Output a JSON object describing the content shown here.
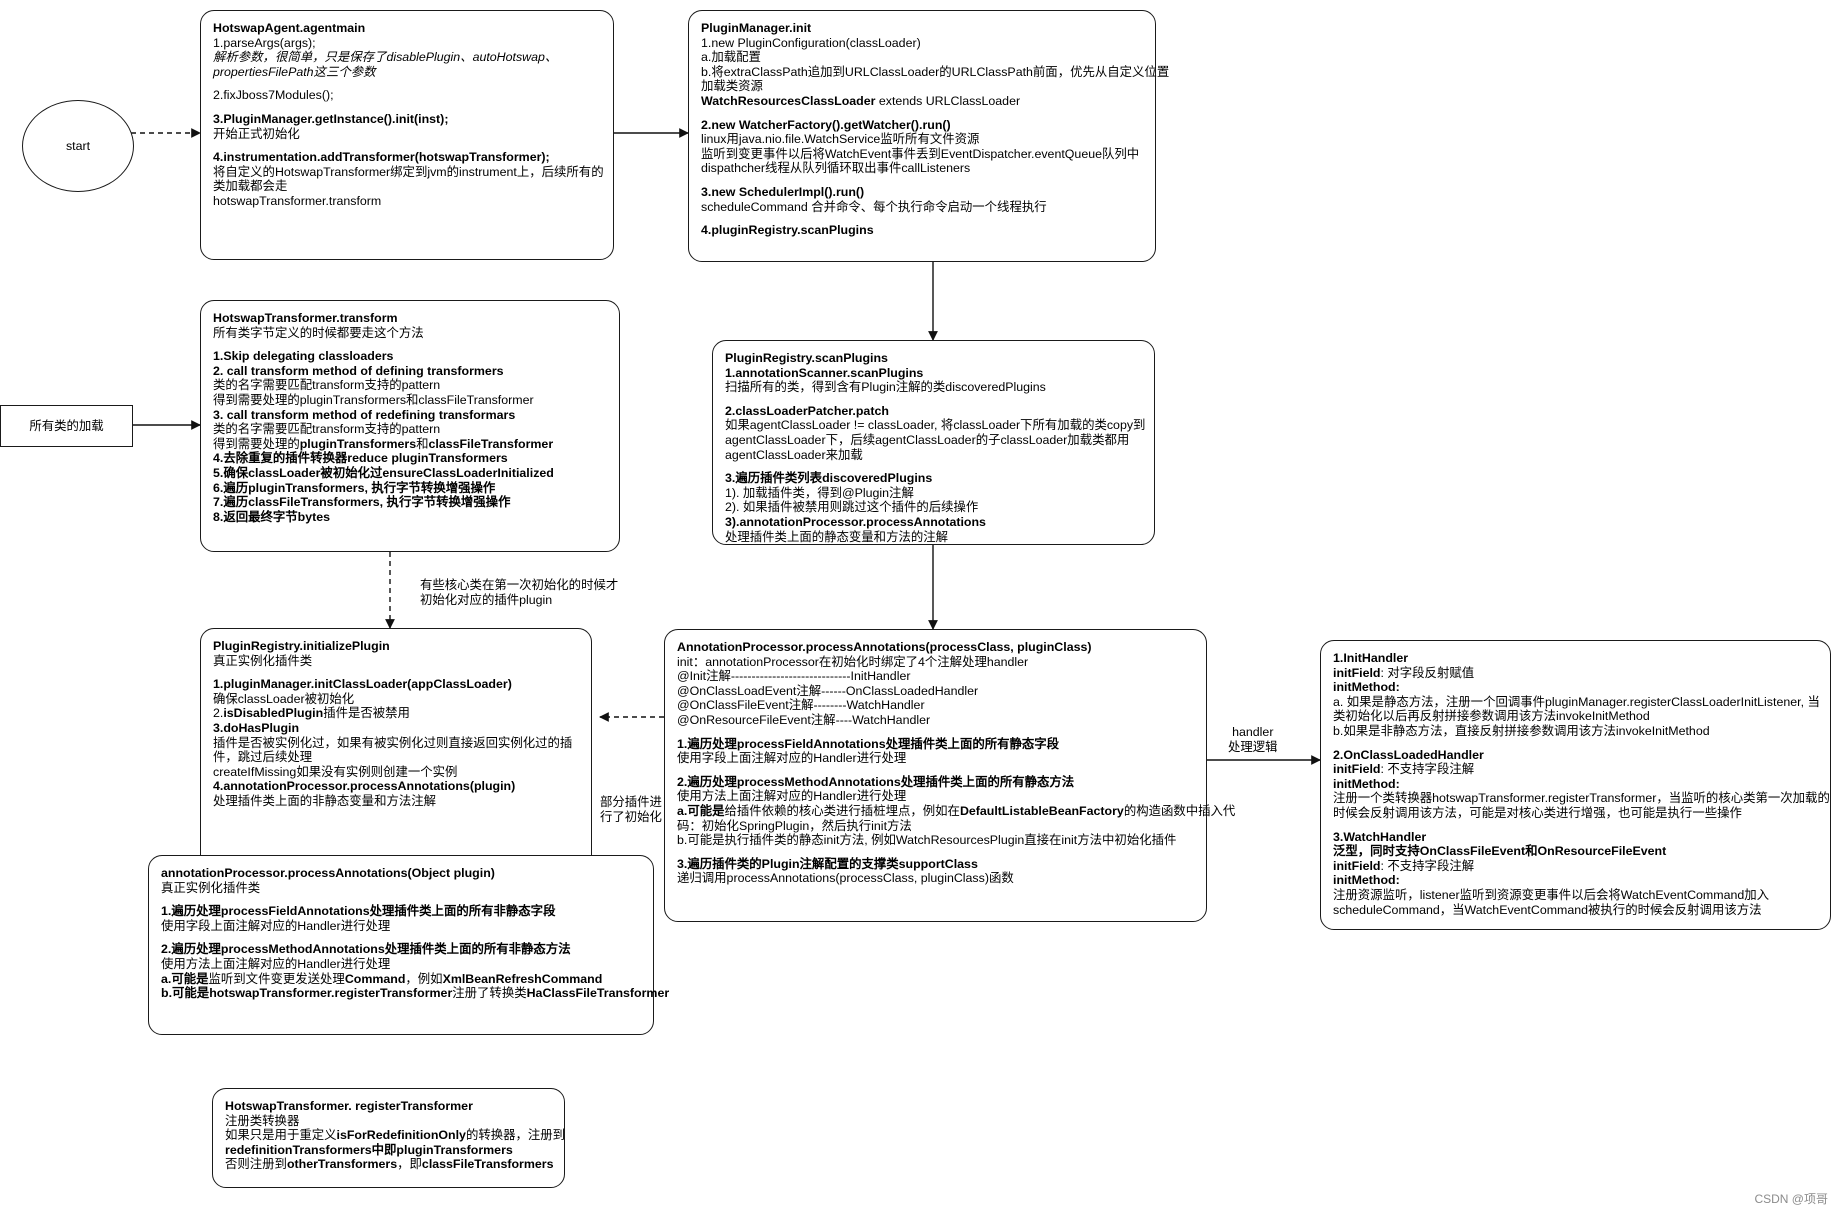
{
  "diagram": {
    "title": "HotswapAgent flow",
    "watermark": "CSDN @项哥",
    "nodes": {
      "start": {
        "label": "start"
      },
      "all_class_load": {
        "label": "所有类的加载"
      },
      "agentmain": {
        "title": "HotswapAgent.agentmain",
        "lines": [
          {
            "t": "1.parseArgs(args);",
            "s": "n"
          },
          {
            "t": "解析参数，很简单，只是保存了disablePlugin、autoHotswap、",
            "s": "i"
          },
          {
            "t": "propertiesFilePath这三个参数",
            "s": "i"
          },
          {
            "t": "",
            "s": "gap"
          },
          {
            "t": "2.fixJboss7Modules();",
            "s": "n"
          },
          {
            "t": "",
            "s": "gap"
          },
          {
            "t": "3.PluginManager.getInstance().init(inst);",
            "s": "b"
          },
          {
            "t": "开始正式初始化",
            "s": "n"
          },
          {
            "t": "",
            "s": "gap"
          },
          {
            "t": "4.instrumentation.addTransformer(hotswapTransformer);",
            "s": "b"
          },
          {
            "t": "将自定义的HotswapTransformer绑定到jvm的instrument上，后续所有的",
            "s": "n"
          },
          {
            "t": "类加载都会走",
            "s": "n"
          },
          {
            "t": "hotswapTransformer.transform",
            "s": "n"
          }
        ]
      },
      "plugin_manager_init": {
        "title": "PluginManager.init",
        "lines": [
          {
            "t": "1.new PluginConfiguration(classLoader)",
            "s": "n"
          },
          {
            "t": "a.加载配置",
            "s": "n"
          },
          {
            "t": "b.将extraClassPath追加到URLClassLoader的URLClassPath前面，优先从自定义位置",
            "s": "n"
          },
          {
            "t": "加载类资源",
            "s": "n"
          },
          {
            "t": "WatchResourcesClassLoader extends URLClassLoader",
            "s": "mix-watch"
          },
          {
            "t": "",
            "s": "gap"
          },
          {
            "t": "2.new WatcherFactory().getWatcher().run()",
            "s": "b"
          },
          {
            "t": "linux用java.nio.file.WatchService监听所有文件资源",
            "s": "n"
          },
          {
            "t": "监听到变更事件以后将WatchEvent事件丢到EventDispatcher.eventQueue队列中",
            "s": "n"
          },
          {
            "t": "dispathcher线程从队列循环取出事件callListeners",
            "s": "n"
          },
          {
            "t": "",
            "s": "gap"
          },
          {
            "t": "3.new SchedulerImpl().run()",
            "s": "b"
          },
          {
            "t": "scheduleCommand 合并命令、每个执行命令启动一个线程执行",
            "s": "n"
          },
          {
            "t": "",
            "s": "gap"
          },
          {
            "t": "4.pluginRegistry.scanPlugins",
            "s": "b"
          }
        ]
      },
      "hotswap_transformer": {
        "title": "HotswapTransformer.transform",
        "lines": [
          {
            "t": "所有类字节定义的时候都要走这个方法",
            "s": "n"
          },
          {
            "t": "",
            "s": "gap"
          },
          {
            "t": "1.Skip delegating classloaders",
            "s": "b"
          },
          {
            "t": "2. call transform method of defining transformers",
            "s": "b"
          },
          {
            "t": "类的名字需要匹配transform支持的pattern",
            "s": "n"
          },
          {
            "t": "得到需要处理的pluginTransformers和classFileTransformer",
            "s": "n"
          },
          {
            "t": "3. call transform method of redefining transformars",
            "s": "b"
          },
          {
            "t": "类的名字需要匹配transform支持的pattern",
            "s": "n"
          },
          {
            "t": "得到需要处理的pluginTransformers和classFileTransformer",
            "s": "mix-b-tail"
          },
          {
            "t": "4.去除重复的插件转换器reduce pluginTransformers",
            "s": "mix-b-tail2"
          },
          {
            "t": "5.确保classLoader被初始化过ensureClassLoaderInitialized",
            "s": "mix-b-tail3"
          },
          {
            "t": "6.遍历pluginTransformers, 执行字节转换增强操作",
            "s": "b"
          },
          {
            "t": "7.遍历classFileTransformers, 执行字节转换增强操作",
            "s": "b"
          },
          {
            "t": "8.返回最终字节bytes",
            "s": "b"
          }
        ]
      },
      "scan_plugins": {
        "title": "PluginRegistry.scanPlugins",
        "lines": [
          {
            "t": "1.annotationScanner.scanPlugins",
            "s": "b"
          },
          {
            "t": "扫描所有的类，得到含有Plugin注解的类discoveredPlugins",
            "s": "n"
          },
          {
            "t": "",
            "s": "gap"
          },
          {
            "t": "2.classLoaderPatcher.patch",
            "s": "b"
          },
          {
            "t": "如果agentClassLoader != classLoader, 将classLoader下所有加载的类copy到",
            "s": "n"
          },
          {
            "t": "agentClassLoader下，后续agentClassLoader的子classLoader加载类都用",
            "s": "n"
          },
          {
            "t": "agentClassLoader来加载",
            "s": "n"
          },
          {
            "t": "",
            "s": "gap"
          },
          {
            "t": "3.遍历插件类列表discoveredPlugins",
            "s": "b"
          },
          {
            "t": "1). 加载插件类，得到@Plugin注解",
            "s": "n"
          },
          {
            "t": "2). 如果插件被禁用则跳过这个插件的后续操作",
            "s": "n"
          },
          {
            "t": "3).annotationProcessor.processAnnotations",
            "s": "b"
          },
          {
            "t": "   处理插件类上面的静态变量和方法的注解",
            "s": "n"
          }
        ]
      },
      "initialize_plugin": {
        "title": "PluginRegistry.initializePlugin",
        "lines": [
          {
            "t": "真正实例化插件类",
            "s": "n"
          },
          {
            "t": "",
            "s": "gap"
          },
          {
            "t": "1.pluginManager.initClassLoader(appClassLoader)",
            "s": "b"
          },
          {
            "t": "确保classLoader被初始化",
            "s": "n"
          },
          {
            "t": "2.isDisabledPlugin插件是否被禁用",
            "s": "mix-b-head"
          },
          {
            "t": "3.doHasPlugin",
            "s": "b"
          },
          {
            "t": "插件是否被实例化过，如果有被实例化过则直接返回实例化过的插",
            "s": "n"
          },
          {
            "t": "件，跳过后续处理",
            "s": "n"
          },
          {
            "t": "createIfMissing如果没有实例则创建一个实例",
            "s": "n"
          },
          {
            "t": "4.annotationProcessor.processAnnotations(plugin)",
            "s": "b"
          },
          {
            "t": "处理插件类上面的非静态变量和方法注解",
            "s": "n"
          }
        ]
      },
      "process_annotations_static": {
        "title": "AnnotationProcessor.processAnnotations(processClass, pluginClass)",
        "lines": [
          {
            "t": "init：annotationProcessor在初始化时绑定了4个注解处理handler",
            "s": "n"
          },
          {
            "t": "@Init注解-----------------------------InitHandler",
            "s": "n"
          },
          {
            "t": "@OnClassLoadEvent注解------OnClassLoadedHandler",
            "s": "n"
          },
          {
            "t": "@OnClassFileEvent注解--------WatchHandler",
            "s": "n"
          },
          {
            "t": "@OnResourceFileEvent注解----WatchHandler",
            "s": "n"
          },
          {
            "t": "",
            "s": "gap"
          },
          {
            "t": "1.遍历处理processFieldAnnotations处理插件类上面的所有静态字段",
            "s": "b"
          },
          {
            "t": "使用字段上面注解对应的Handler进行处理",
            "s": "n"
          },
          {
            "t": "",
            "s": "gap"
          },
          {
            "t": "2.遍历处理processMethodAnnotations处理插件类上面的所有静态方法",
            "s": "b"
          },
          {
            "t": "使用方法上面注解对应的Handler进行处理",
            "s": "n"
          },
          {
            "t": "a.可能是给插件依赖的核心类进行插桩埋点，例如在DefaultListableBeanFactory的构造函数中插入代",
            "s": "mix-default"
          },
          {
            "t": "码：初始化SpringPlugin，然后执行init方法",
            "s": "n"
          },
          {
            "t": "b.可能是执行插件类的静态init方法, 例如WatchResourcesPlugin直接在init方法中初始化插件",
            "s": "n"
          },
          {
            "t": "",
            "s": "gap"
          },
          {
            "t": "3.遍历插件类的Plugin注解配置的支撑类supportClass",
            "s": "b"
          },
          {
            "t": "递归调用processAnnotations(processClass, pluginClass)函数",
            "s": "n"
          }
        ]
      },
      "process_annotations_instance": {
        "title": "annotationProcessor.processAnnotations(Object plugin)",
        "lines": [
          {
            "t": "真正实例化插件类",
            "s": "n"
          },
          {
            "t": "",
            "s": "gap"
          },
          {
            "t": "1.遍历处理processFieldAnnotations处理插件类上面的所有非静态字段",
            "s": "b"
          },
          {
            "t": "使用字段上面注解对应的Handler进行处理",
            "s": "n"
          },
          {
            "t": "",
            "s": "gap"
          },
          {
            "t": "2.遍历处理processMethodAnnotations处理插件类上面的所有非静态方法",
            "s": "b"
          },
          {
            "t": "使用方法上面注解对应的Handler进行处理",
            "s": "n"
          },
          {
            "t": "a.可能是监听到文件变更发送处理Command，例如XmlBeanRefreshCommand",
            "s": "mix-a"
          },
          {
            "t": "b.可能是hotswapTransformer.registerTransformer注册了转换类HaClassFileTransformer",
            "s": "mix-b2"
          }
        ]
      },
      "register_transformer": {
        "title": "HotswapTransformer. registerTransformer",
        "lines": [
          {
            "t": "注册类转换器",
            "s": "n"
          },
          {
            "t": "如果只是用于重定义isForRedefinitionOnly的转换器，注册到",
            "s": "mix-redef"
          },
          {
            "t": "redefinitionTransformers中即pluginTransformers",
            "s": "b"
          },
          {
            "t": "否则注册到otherTransformers，即classFileTransformers",
            "s": "mix-other"
          }
        ]
      },
      "handlers": {
        "lines": [
          {
            "t": "1.InitHandler",
            "s": "b"
          },
          {
            "t": "initField: 对字段反射赋值",
            "s": "mix-initfield"
          },
          {
            "t": "initMethod:",
            "s": "b"
          },
          {
            "t": "   a. 如果是静态方法，注册一个回调事件pluginManager.registerClassLoaderInitListener, 当",
            "s": "n"
          },
          {
            "t": "类初始化以后再反射拼接参数调用该方法invokeInitMethod",
            "s": "n"
          },
          {
            "t": "   b.如果是非静态方法，直接反射拼接参数调用该方法invokeInitMethod",
            "s": "n"
          },
          {
            "t": "",
            "s": "gap"
          },
          {
            "t": "2.OnClassLoadedHandler",
            "s": "b"
          },
          {
            "t": "initField: 不支持字段注解",
            "s": "mix-initfield"
          },
          {
            "t": "initMethod:",
            "s": "b"
          },
          {
            "t": "   注册一个类转换器hotswapTransformer.registerTransformer，当监听的核心类第一次加载的",
            "s": "n"
          },
          {
            "t": "时候会反射调用该方法，可能是对核心类进行增强，也可能是执行一些操作",
            "s": "n"
          },
          {
            "t": "",
            "s": "gap"
          },
          {
            "t": "3.WatchHandler",
            "s": "b"
          },
          {
            "t": "泛型，同时支持OnClassFileEvent和OnResourceFileEvent",
            "s": "mix-generic"
          },
          {
            "t": "initField: 不支持字段注解",
            "s": "mix-initfield"
          },
          {
            "t": "initMethod:",
            "s": "b"
          },
          {
            "t": "   注册资源监听，listener监听到资源变更事件以后会将WatchEventCommand加入",
            "s": "n"
          },
          {
            "t": "scheduleCommand，当WatchEventCommand被执行的时候会反射调用该方法",
            "s": "n"
          }
        ]
      }
    },
    "edge_labels": {
      "core_class_init": [
        "有些核心类在第一次初始化的时候才",
        "初始化对应的插件plugin"
      ],
      "partial_plugin_init": [
        "部分插件进",
        "行了初始化"
      ],
      "handler_logic": [
        "handler",
        "处理逻辑"
      ]
    }
  }
}
